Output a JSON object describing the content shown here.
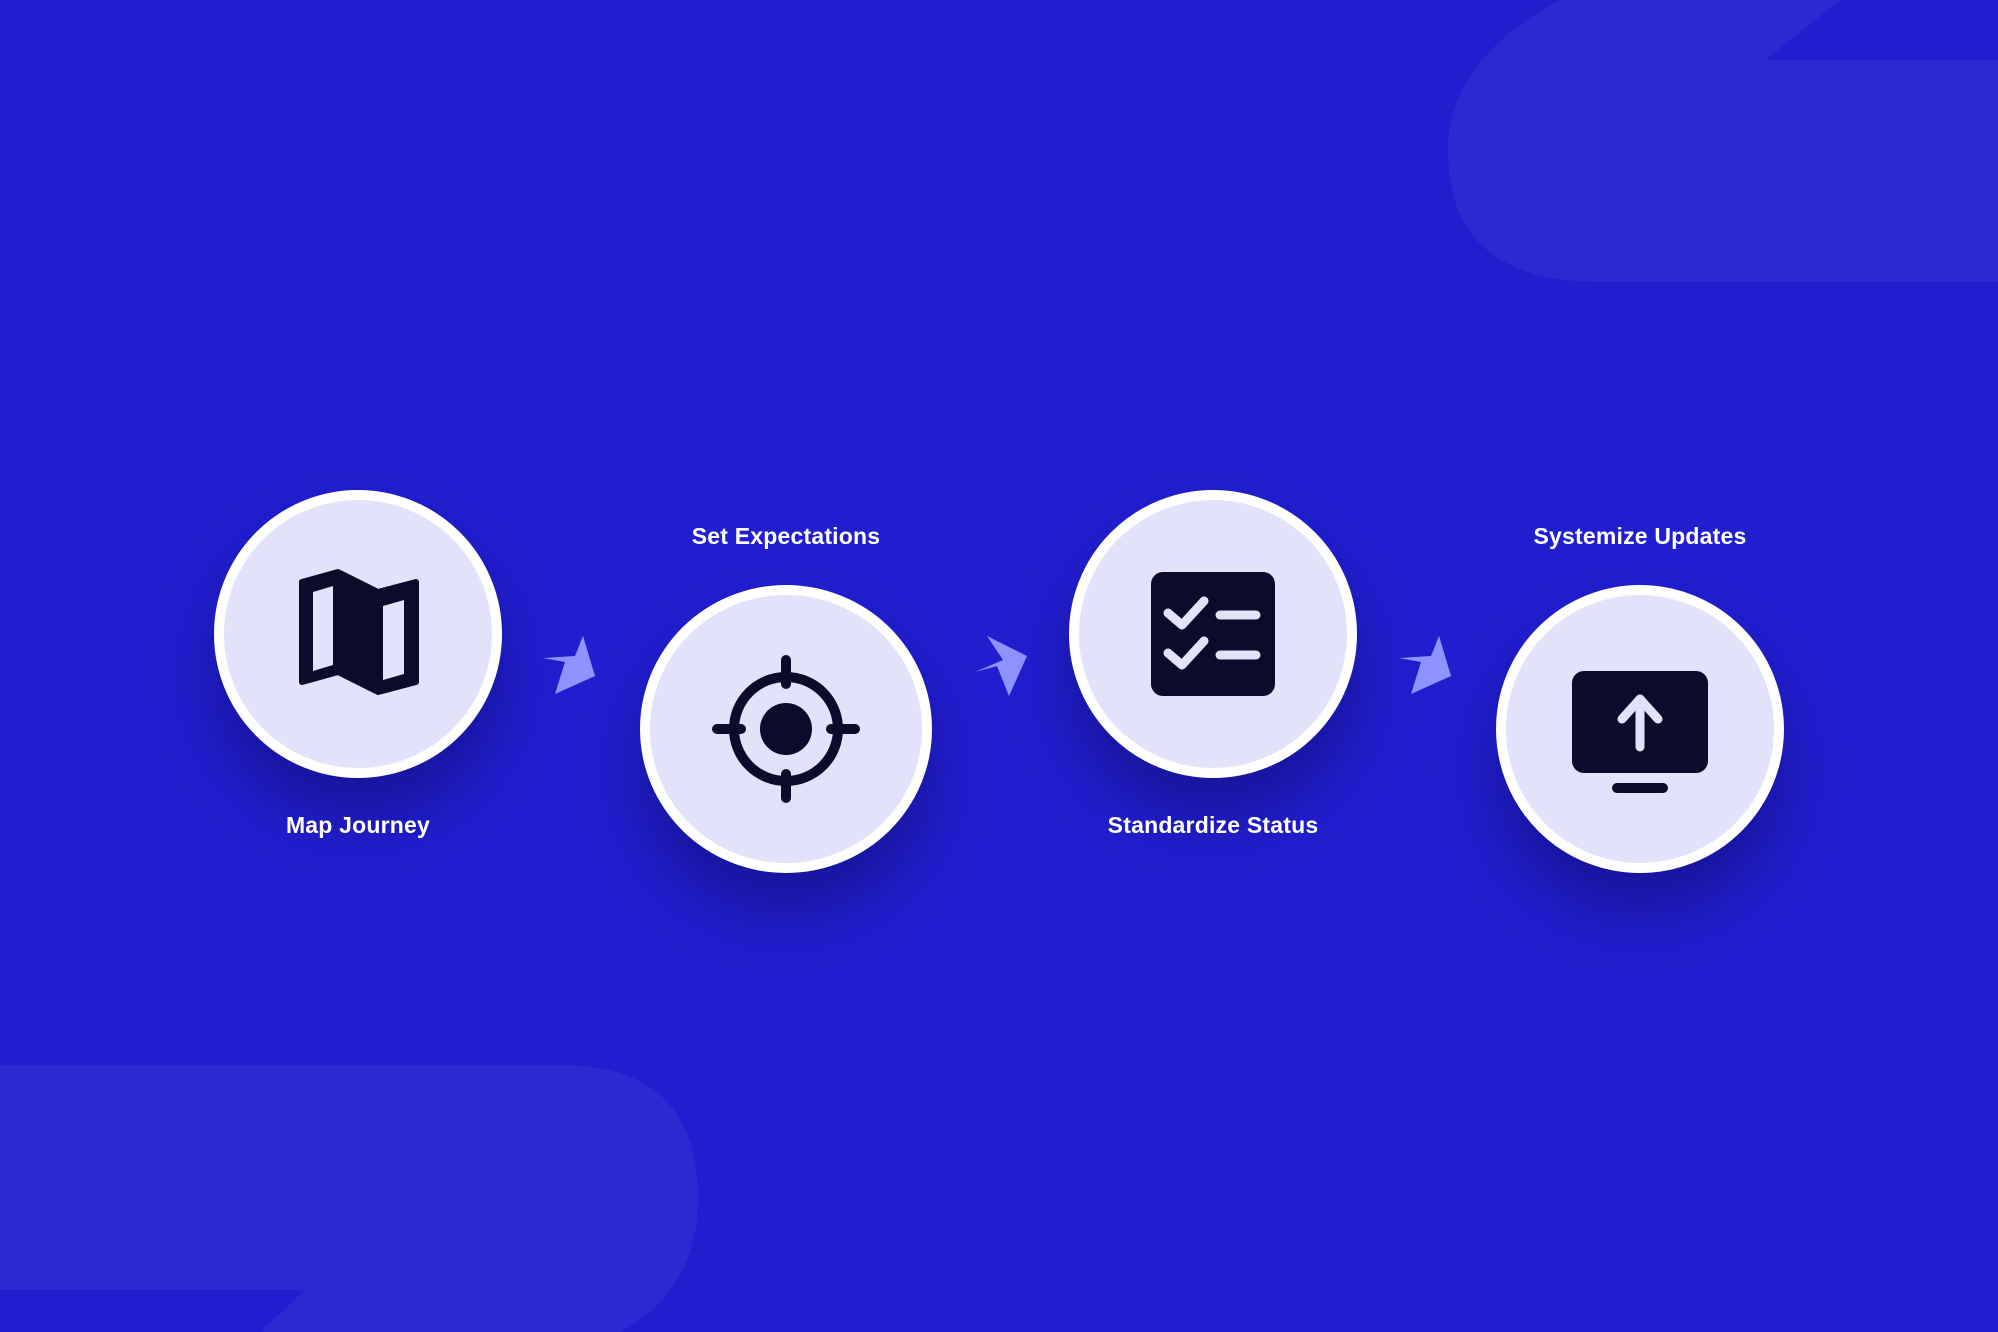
{
  "colors": {
    "background": "#211ecf",
    "decor_shape": "#2a2ad3",
    "circle_fill": "#e2e2fa",
    "circle_border": "#ffffff",
    "icon": "#0b0b2c",
    "arrow": "#8f93ff",
    "label": "#ffffff"
  },
  "steps": [
    {
      "label": "Map Journey",
      "icon": "map-icon"
    },
    {
      "label": "Set Expectations",
      "icon": "target-icon"
    },
    {
      "label": "Standardize Status",
      "icon": "checklist-icon"
    },
    {
      "label": "Systemize Updates",
      "icon": "monitor-upload-icon"
    }
  ],
  "connectors": [
    "arrow-icon",
    "arrow-icon",
    "arrow-icon"
  ]
}
